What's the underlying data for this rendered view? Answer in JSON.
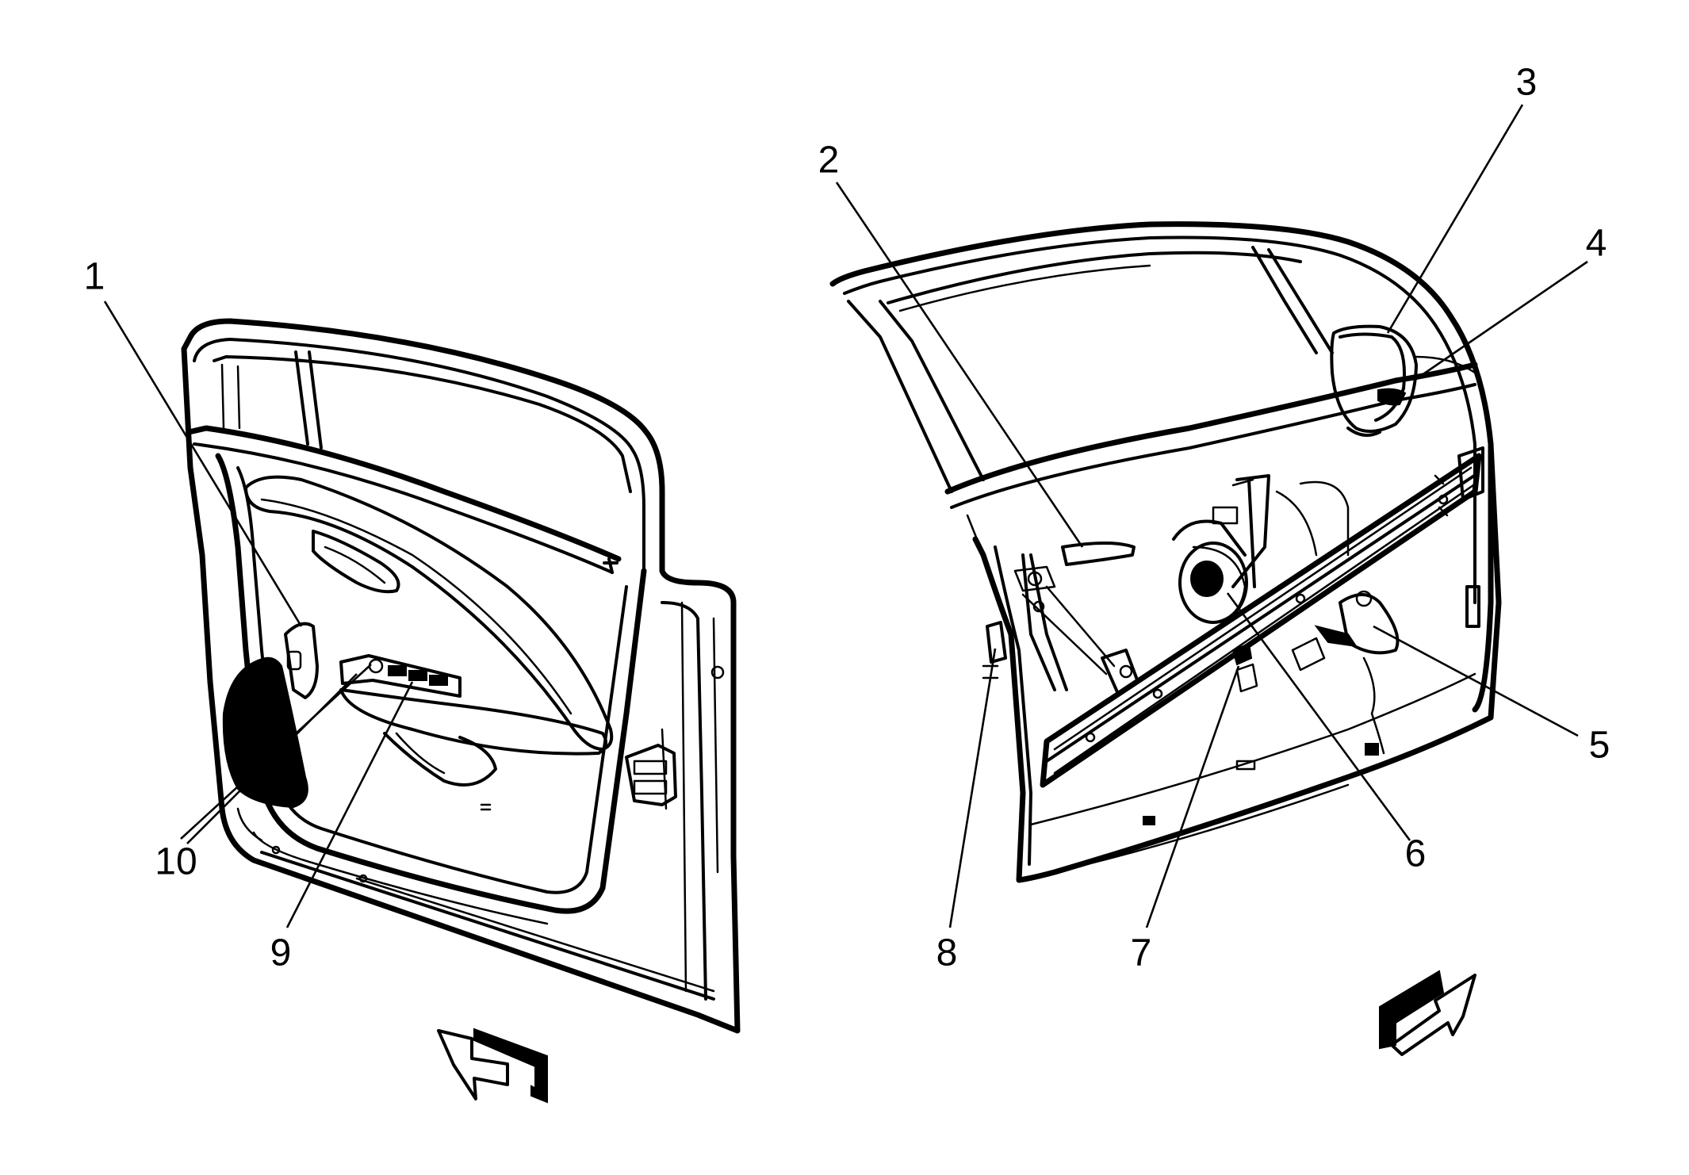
{
  "callouts": {
    "c1": "1",
    "c2": "2",
    "c3": "3",
    "c4": "4",
    "c5": "5",
    "c6": "6",
    "c7": "7",
    "c8": "8",
    "c9": "9",
    "c10": "10"
  },
  "colors": {
    "line": "#000000",
    "background": "#ffffff"
  },
  "icons": {
    "left_arrow": "direction-arrow-icon",
    "right_arrow": "direction-arrow-icon"
  }
}
